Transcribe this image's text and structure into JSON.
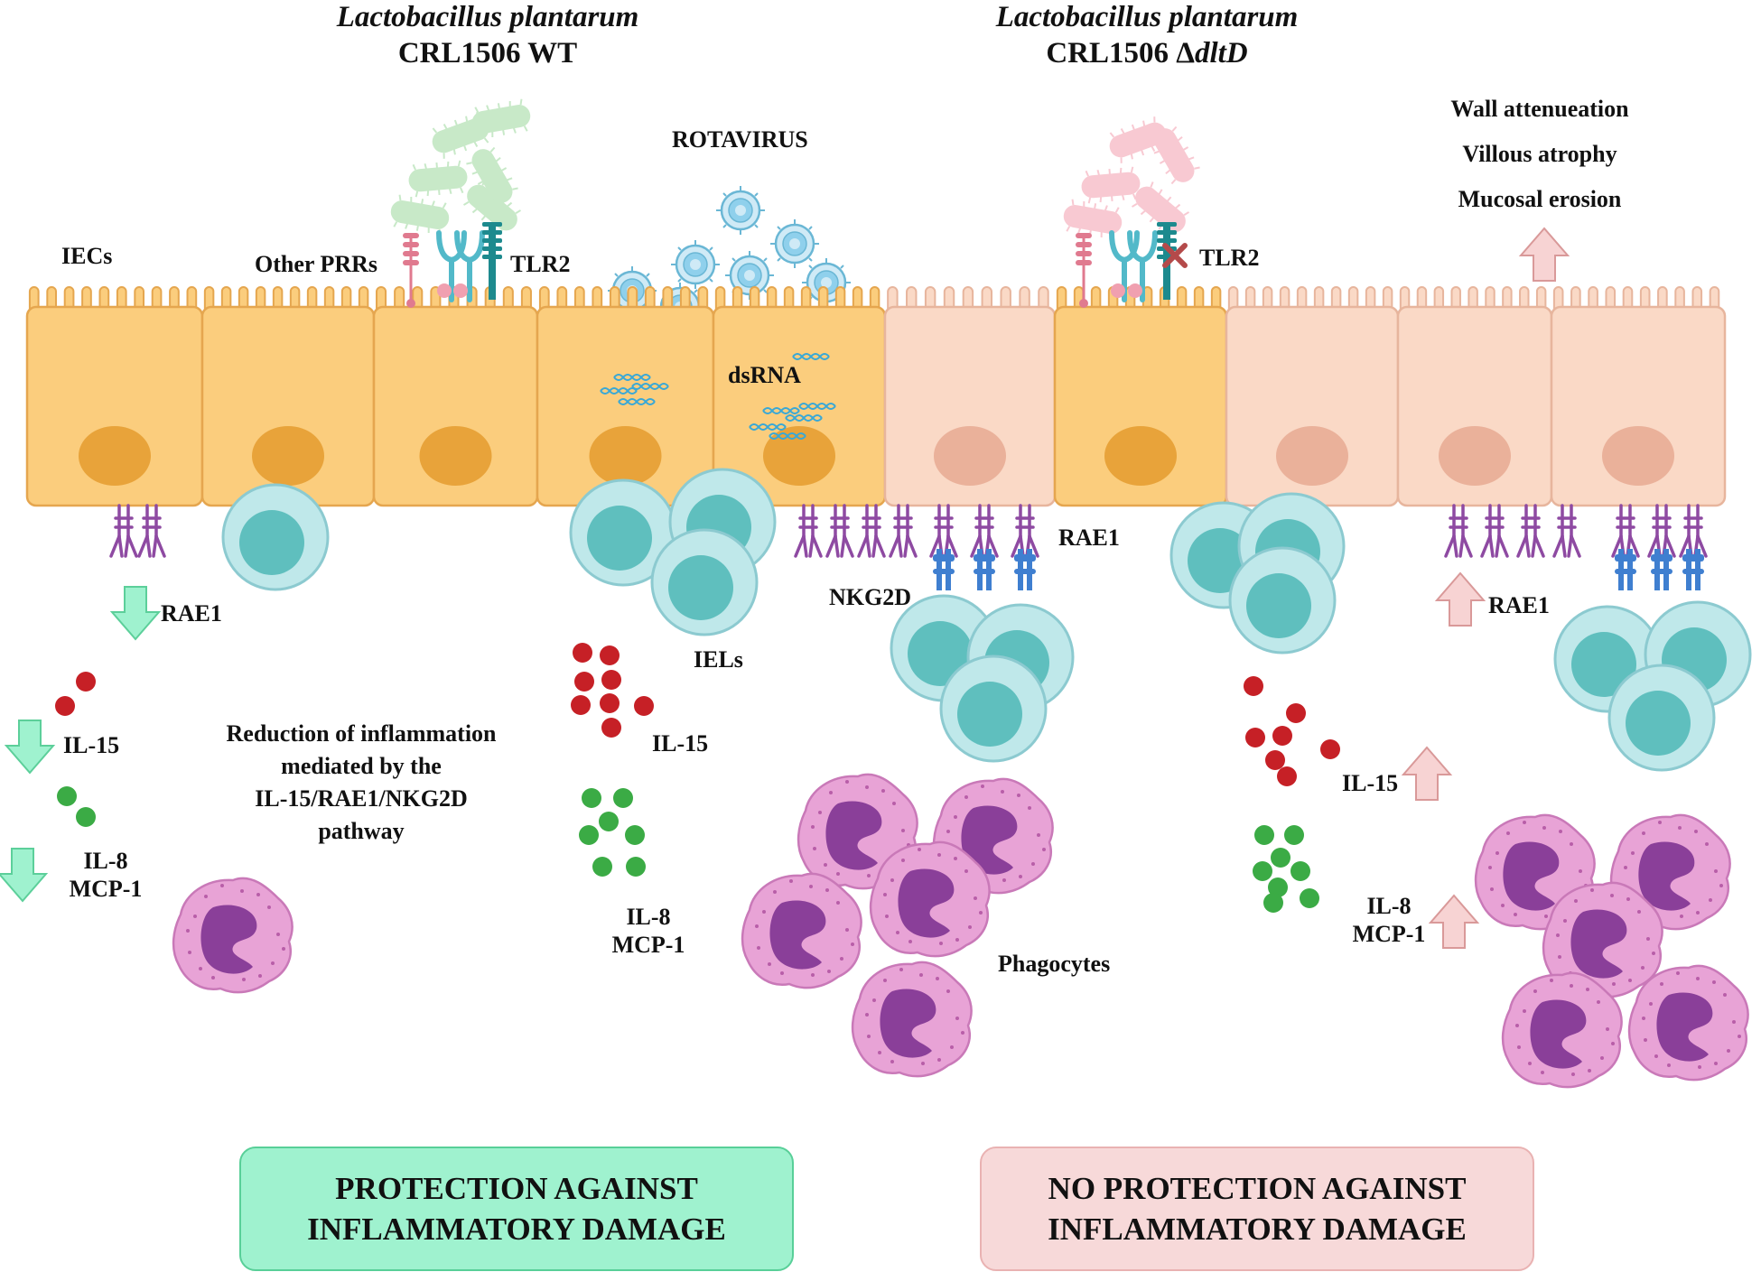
{
  "wt_title": {
    "species": "Lactobacillus plantarum",
    "strain": "CRL1506 WT"
  },
  "mut_title": {
    "species": "Lactobacillus plantarum",
    "strain_prefix": "CRL1506 Δ",
    "strain_gene": "dltD"
  },
  "labels": {
    "iecs": "IECs",
    "other_prrs": "Other PRRs",
    "tlr2_left": "TLR2",
    "tlr2_right": "TLR2",
    "rotavirus": "ROTAVIRUS",
    "dsrna": "dsRNA",
    "iels": "IELs",
    "nkg2d": "NKG2D",
    "rae1_left": "RAE1",
    "rae1_mid": "RAE1",
    "rae1_right": "RAE1",
    "il15_left": "IL-15",
    "il15_mid": "IL-15",
    "il15_right": "IL-15",
    "il8_left": "IL-8",
    "mcp1_left": "MCP-1",
    "il8_mid": "IL-8",
    "mcp1_mid": "MCP-1",
    "il8_right": "IL-8",
    "mcp1_right": "MCP-1",
    "phagocytes": "Phagocytes",
    "reduction_l1": "Reduction of inflammation",
    "reduction_l2": "mediated by the",
    "reduction_l3": "IL-15/RAE1/NKG2D",
    "reduction_l4": "pathway",
    "damage_1": "Wall attenueation",
    "damage_2": "Villous atrophy",
    "damage_3": "Mucosal erosion"
  },
  "boxes": {
    "protection_l1": "PROTECTION AGAINST",
    "protection_l2": "INFLAMMATORY DAMAGE",
    "no_protection_l1": "NO PROTECTION AGAINST",
    "no_protection_l2": "INFLAMMATORY DAMAGE"
  },
  "colors": {
    "iec_healthy": "#fbcd7d",
    "iec_damaged": "#fad9c6",
    "iel_cell": "#bfe8ea",
    "phagocyte": "#e8a3d6",
    "il15_dot": "#c62026",
    "il8_dot": "#3bab45",
    "arrow_down": "#9ff2cf",
    "arrow_up": "#f7d3d3",
    "protection_box": "#9ff2cf",
    "no_protection_box": "#f7d9d9"
  }
}
